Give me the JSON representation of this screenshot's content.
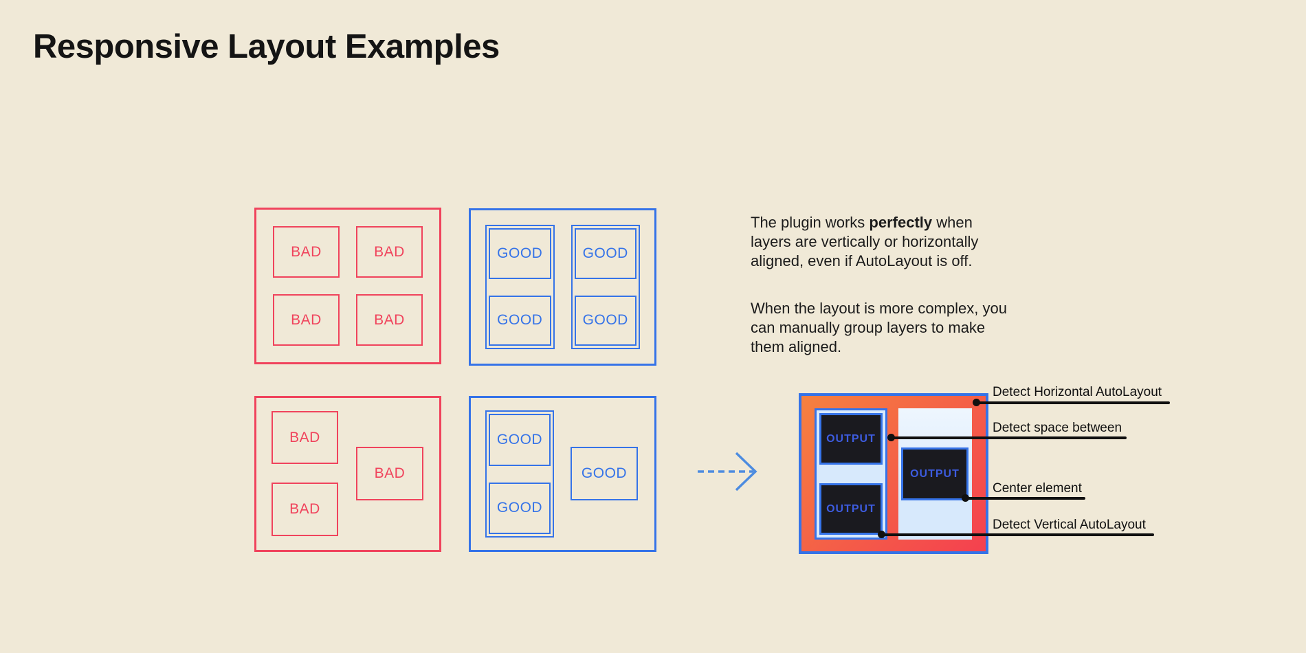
{
  "page": {
    "title": "Responsive Layout Examples"
  },
  "colors": {
    "background": "#f0e9d7",
    "ink": "#141414",
    "bad": "#f0435c",
    "good": "#3573e8",
    "arrow": "#4d8ce0",
    "panel_light": "#d7e9fc",
    "panel_light_top": "#eef6fe",
    "dark_box": "#1a1a1f",
    "output_text": "#3d5ce0",
    "gradient_start": "#f5813f",
    "gradient_end": "#f4404f",
    "connector": "#101010"
  },
  "frames": {
    "bad_grid": {
      "boxes": [
        "BAD",
        "BAD",
        "BAD",
        "BAD"
      ]
    },
    "good_grid": {
      "boxes": [
        "GOOD",
        "GOOD",
        "GOOD",
        "GOOD"
      ]
    },
    "bad_scatter": {
      "boxes": [
        "BAD",
        "BAD",
        "BAD"
      ]
    },
    "good_scatter": {
      "group_boxes": [
        "GOOD",
        "GOOD"
      ],
      "single": "GOOD"
    }
  },
  "description": {
    "p1_pre": "The plugin works ",
    "p1_bold": "perfectly",
    "p1_post": " when",
    "p1_line2": "layers are vertically or horizontally",
    "p1_line3": "aligned, even if AutoLayout is off.",
    "p2_line1": "When the layout is more complex, you",
    "p2_line2": "can manually group layers to make",
    "p2_line3": "them aligned."
  },
  "result": {
    "left_group": [
      "OUTPUT",
      "OUTPUT"
    ],
    "center": "OUTPUT"
  },
  "annotations": [
    {
      "label": "Detect Horizontal AutoLayout"
    },
    {
      "label": "Detect space between"
    },
    {
      "label": "Center element"
    },
    {
      "label": "Detect Vertical AutoLayout"
    }
  ]
}
